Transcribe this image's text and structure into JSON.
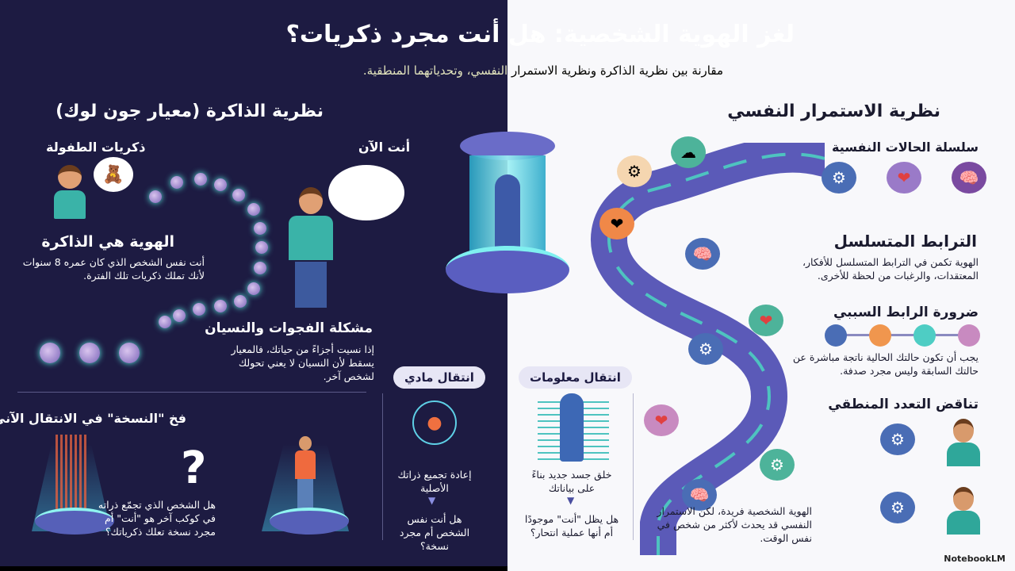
{
  "header": {
    "title": "لغز الهوية الشخصية: هل أنت مجرد ذكريات؟",
    "subtitle": "مقارنة بين نظرية الذاكرة ونظرية الاستمرار النفسي، وتحدياتهما المنطقية."
  },
  "memory_theory": {
    "title": "نظرية الذاكرة (معيار جون لوك)",
    "childhood_label": "ذكريات الطفولة",
    "now_label": "أنت الآن",
    "identity_heading": "الهوية هي الذاكرة",
    "identity_text": "أنت نفس الشخص الذي كان عمره 8 سنوات لأنك تملك ذكريات تلك الفترة.",
    "gaps_heading": "مشكلة الفجوات والنسيان",
    "gaps_text": "إذا نسيت أجزاءً من حياتك، فالمعيار يسقط لأن النسيان لا يعني تحولك لشخص آخر."
  },
  "copy_trap": {
    "heading": "فخ \"النسخة\" في الانتقال الآني",
    "question_mark": "?",
    "text": "هل الشخص الذي تجمّع ذراته في كوكب آخر هو \"أنت\" أم مجرد نسخة تعلك ذكرياتك؟"
  },
  "physical_transfer": {
    "label": "انتقال مادي",
    "text": "إعادة تجميع ذراتك الأصلية",
    "question": "هل أنت نفس الشخص أم مجرد نسخة؟"
  },
  "info_transfer": {
    "label": "انتقال معلومات",
    "text": "خلق جسد جديد بناءً على بياناتك",
    "question": "هل يظل \"أنت\" موجودًا أم أنها عملية انتحار؟"
  },
  "psych_theory": {
    "title": "نظرية الاستمرار النفسي",
    "chain_heading": "سلسلة الحالات النفسية",
    "link_heading": "الترابط المتسلسل",
    "link_text": "الهوية تكمن في الترابط المتسلسل للأفكار، المعتقدات، والرغبات من لحظة للأخرى.",
    "causal_heading": "ضرورة الرابط السببي",
    "causal_text": "يجب أن تكون حالتك الحالية ناتجة مباشرة عن حالتك السابقة وليس مجرد صدفة.",
    "multi_heading": "تناقض التعدد المنطقي",
    "multi_text": "الهوية الشخصية فريدة، لكن الاستمرار النفسي قد يحدث لأكثر من شخص في نفس الوقت."
  },
  "watermark": "NotebookLM",
  "colors": {
    "dark_bg": "#1d1b42",
    "light_bg": "#f8f8fb",
    "teal": "#4ecdc4",
    "purple": "#8a6cc8",
    "blue": "#4a6db5",
    "orange": "#f0964e",
    "pink": "#c88ac0"
  }
}
